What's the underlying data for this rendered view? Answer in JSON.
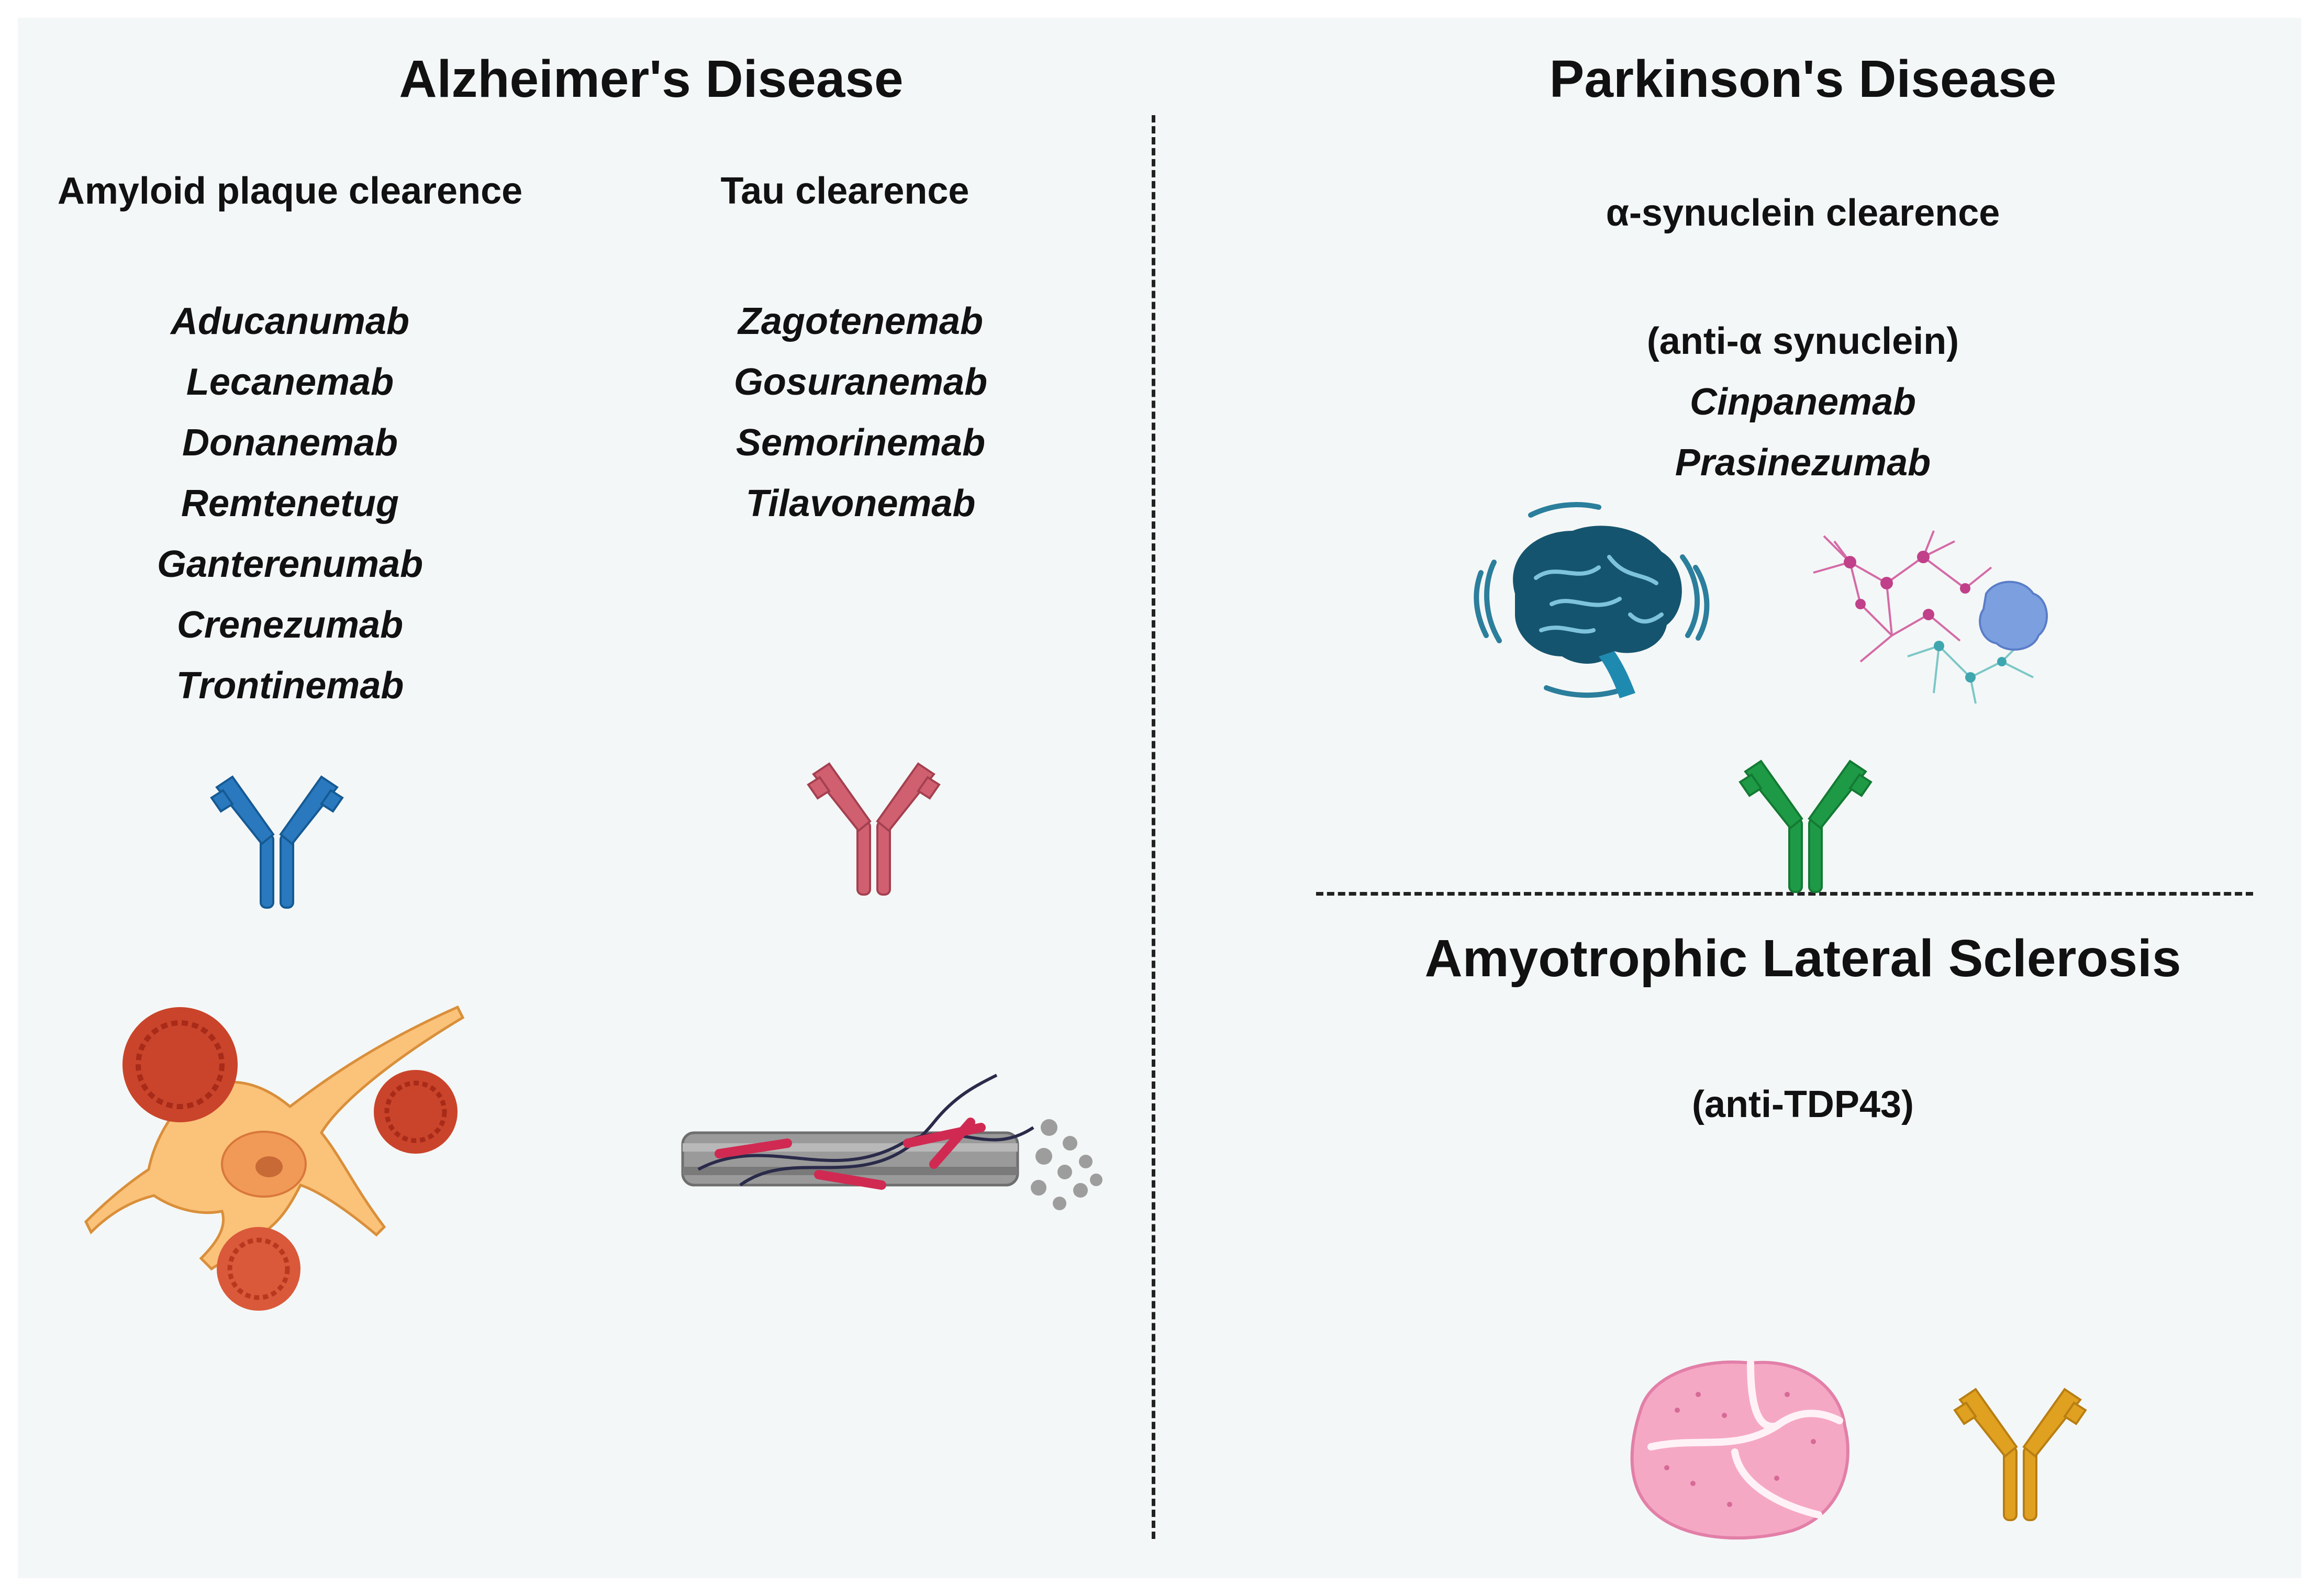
{
  "alzheimers": {
    "title": "Alzheimer's Disease",
    "amyloid": {
      "heading": "Amyloid plaque clearence",
      "drugs": [
        "Aducanumab",
        "Lecanemab",
        "Donanemab",
        "Remtenetug",
        "Ganterenumab",
        "Crenezumab",
        "Trontinemab"
      ],
      "antibody_color": "#2a78bd"
    },
    "tau": {
      "heading": "Tau clearence",
      "drugs": [
        "Zagotenemab",
        "Gosuranemab",
        "Semorinemab",
        "Tilavonemab"
      ],
      "antibody_color": "#d06070"
    }
  },
  "parkinsons": {
    "title": "Parkinson's Disease",
    "heading": "α-synuclein clearence",
    "note": "(anti-α synuclein)",
    "drugs": [
      "Cinpanemab",
      "Prasinezumab"
    ],
    "antibody_color": "#1e9a46"
  },
  "als": {
    "title": "Amyotrophic Lateral Sclerosis",
    "note": "(anti-TDP43)",
    "antibody_color": "#e0a020"
  },
  "icons": [
    "antibody-icon",
    "neuron-plaque-icon",
    "microtubule-tau-icon",
    "brain-icon",
    "neuron-network-icon",
    "muscle-tissue-icon"
  ]
}
